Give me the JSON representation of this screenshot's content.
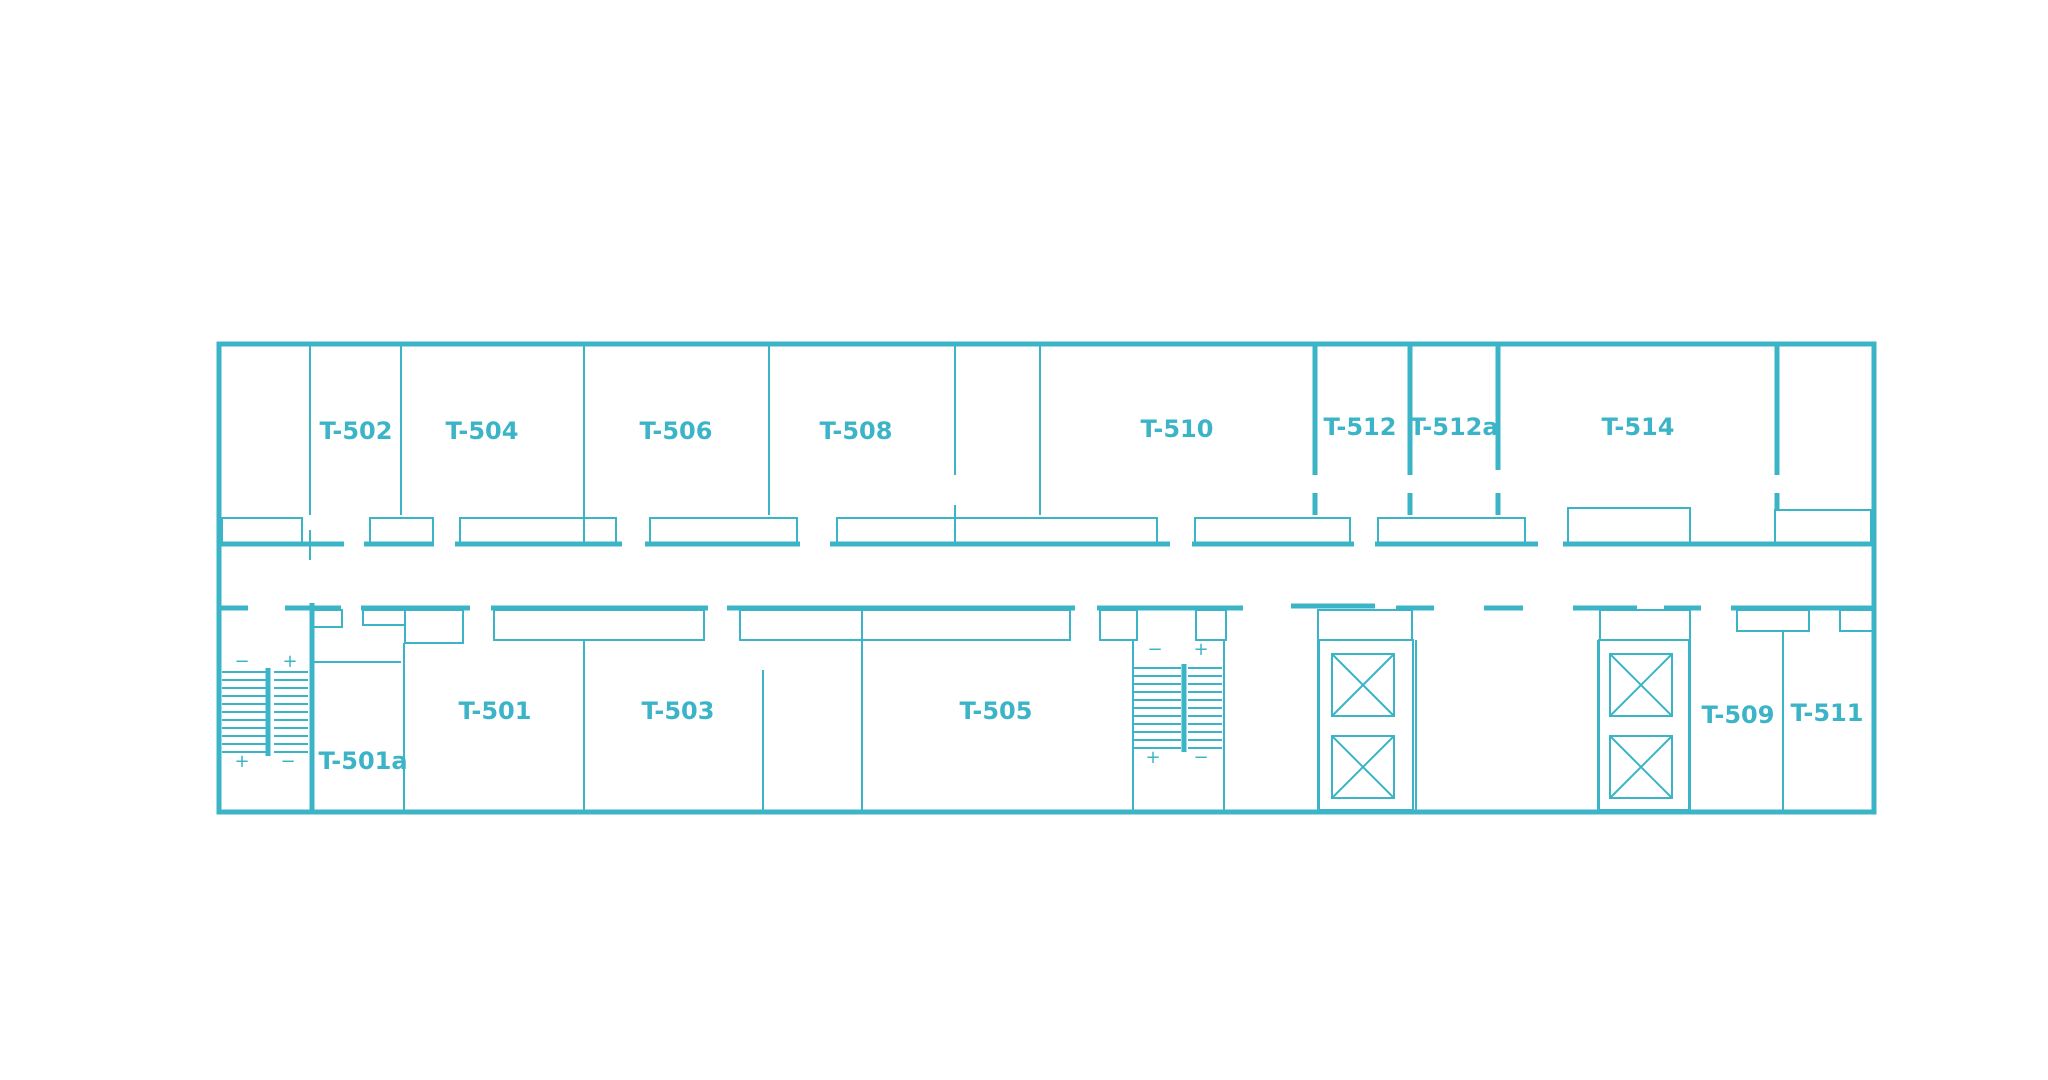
{
  "colors": {
    "line": "#3cb4c8",
    "background": "#ffffff"
  },
  "rooms": {
    "top": [
      {
        "id": "t502",
        "label": "T-502"
      },
      {
        "id": "t504",
        "label": "T-504"
      },
      {
        "id": "t506",
        "label": "T-506"
      },
      {
        "id": "t508",
        "label": "T-508"
      },
      {
        "id": "t510",
        "label": "T-510"
      },
      {
        "id": "t512",
        "label": "T-512"
      },
      {
        "id": "t512a",
        "label": "T-512a"
      },
      {
        "id": "t514",
        "label": "T-514"
      }
    ],
    "bottom": [
      {
        "id": "t501",
        "label": "T-501"
      },
      {
        "id": "t501a",
        "label": "T-501a"
      },
      {
        "id": "t503",
        "label": "T-503"
      },
      {
        "id": "t505",
        "label": "T-505"
      },
      {
        "id": "t509",
        "label": "T-509"
      },
      {
        "id": "t511",
        "label": "T-511"
      }
    ]
  },
  "stair_signs": {
    "minus": "−",
    "plus": "+"
  },
  "icons": {
    "elevator": "elevator-icon",
    "stairs": "stairs-icon"
  }
}
